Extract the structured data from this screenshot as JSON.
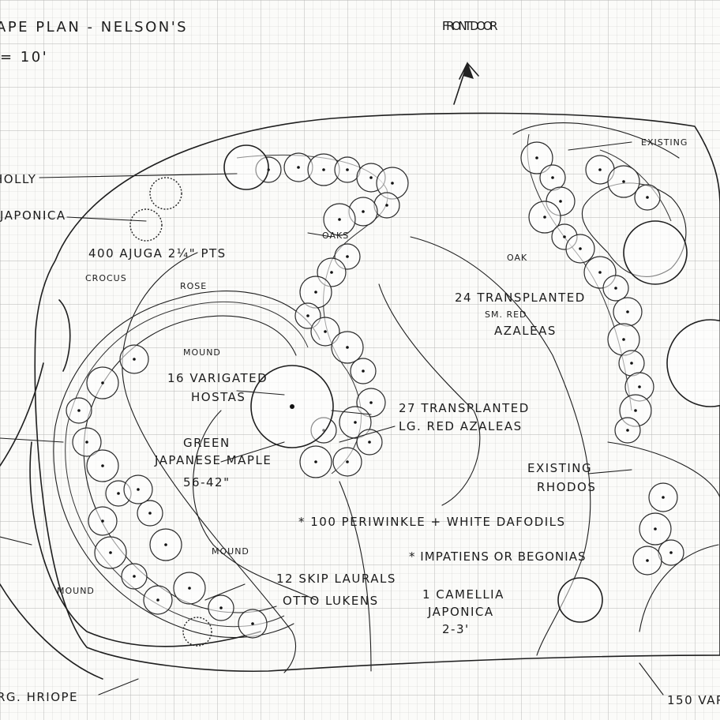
{
  "title": "APE PLAN - NELSON'S",
  "scale": "= 10'",
  "orientation": "FRONT DOOR",
  "labels": {
    "holly": "HOLLY",
    "japonica": "JAPONICA",
    "ajuga": "400 AJUGA 2¼\" PTS",
    "crocus": "CROCUS",
    "rose": "ROSE",
    "mound_top": "MOUND",
    "hostas_1": "16 VARIGATED",
    "hostas_2": "HOSTAS",
    "maple_1": "GREEN",
    "maple_2": "JAPANESE MAPLE",
    "maple_3": "56-42\"",
    "mound_bottom": "MOUND",
    "mound_left": "MOUND",
    "laurels_1": "12 SKIP LAURALS",
    "laurels_2": "OTTO LUKENS",
    "oaks_small": "OAKS",
    "oak": "OAK",
    "transplant_small_1": "24 TRANSPLANTED",
    "transplant_small_2": "SM. RED",
    "transplant_small_3": "AZALEAS",
    "transplant_large_1": "27 TRANSPLANTED",
    "transplant_large_2": "LG. RED AZALEAS",
    "existing_top": "EXISTING",
    "existing_rhodos_1": "EXISTING",
    "existing_rhodos_2": "RHODOS",
    "periwinkle": "* 100 PERIWINKLE + WHITE DAFODILS",
    "impatiens": "* IMPATIENS OR BEGONIAS",
    "camellia_1": "1 CAMELLIA",
    "camellia_2": "JAPONICA",
    "camellia_3": "2-3'",
    "bottom_left": "RG. HRIOPE",
    "bottom_right": "150 VAP"
  }
}
